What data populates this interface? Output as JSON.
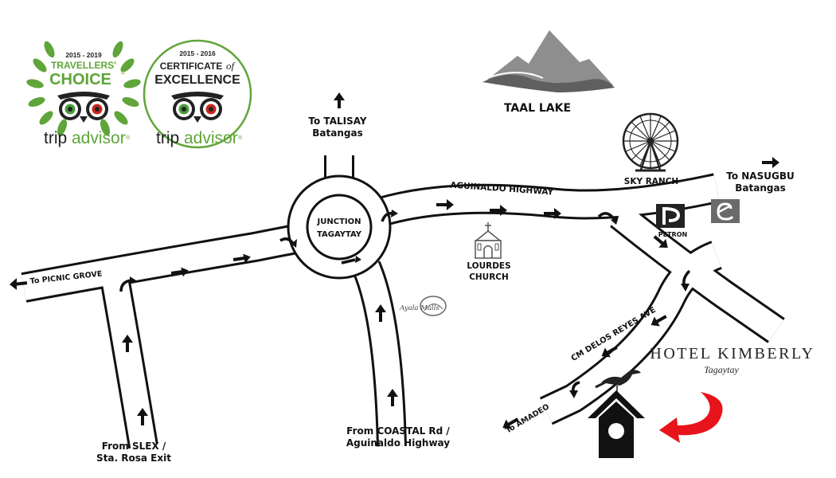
{
  "badges": {
    "travellers_choice": {
      "years": "2015 - 2019",
      "line1": "TRAVELLERS'",
      "line2": "CHOICE",
      "tm": "™",
      "brand_trip": "trip",
      "brand_advisor": "advisor",
      "reg": "®"
    },
    "certificate": {
      "years": "2015 - 2016",
      "line1a": "CERTIFICATE",
      "line1b": "of",
      "line2": "EXCELLENCE",
      "brand_trip": "trip",
      "brand_advisor": "advisor",
      "reg": "®"
    },
    "colors": {
      "green": "#5fa53a",
      "dark": "#222222",
      "owl_red": "#c8261f",
      "owl_green": "#4a9a3c"
    }
  },
  "landmarks": {
    "taal_lake": "TAAL LAKE",
    "sky_ranch": "SKY RANCH",
    "lourdes_line1": "LOURDES",
    "lourdes_line2": "CHURCH",
    "petron": "PETRON",
    "ayala": "Ayala Malls",
    "junction_line1": "JUNCTION",
    "junction_line2": "TAGAYTAY"
  },
  "roads": {
    "aguinaldo": "AGUINALDO HIGHWAY",
    "delos_reyes": "CM DELOS REYES AVE"
  },
  "destinations": {
    "talisay_line1": "To TALISAY",
    "talisay_line2": "Batangas",
    "nasugbu_line1": "To NASUGBU",
    "nasugbu_line2": "Batangas",
    "picnic": "To PICNIC GROVE",
    "amadeo": "To AMADEO",
    "slex_line1": "From SLEX /",
    "slex_line2": "Sta. Rosa Exit",
    "coastal_line1": "From COASTAL Rd /",
    "coastal_line2": "Aguinaldo Highway"
  },
  "hotel": {
    "name": "HOTEL KIMBERLY",
    "location": "Tagaytay",
    "pointer_color": "#e8141b"
  },
  "icons": [
    "mountain-icon",
    "ferris-wheel-icon",
    "church-icon",
    "petron-logo",
    "e-logo",
    "ayala-logo",
    "birdhouse-icon",
    "curved-pointer-arrow"
  ]
}
